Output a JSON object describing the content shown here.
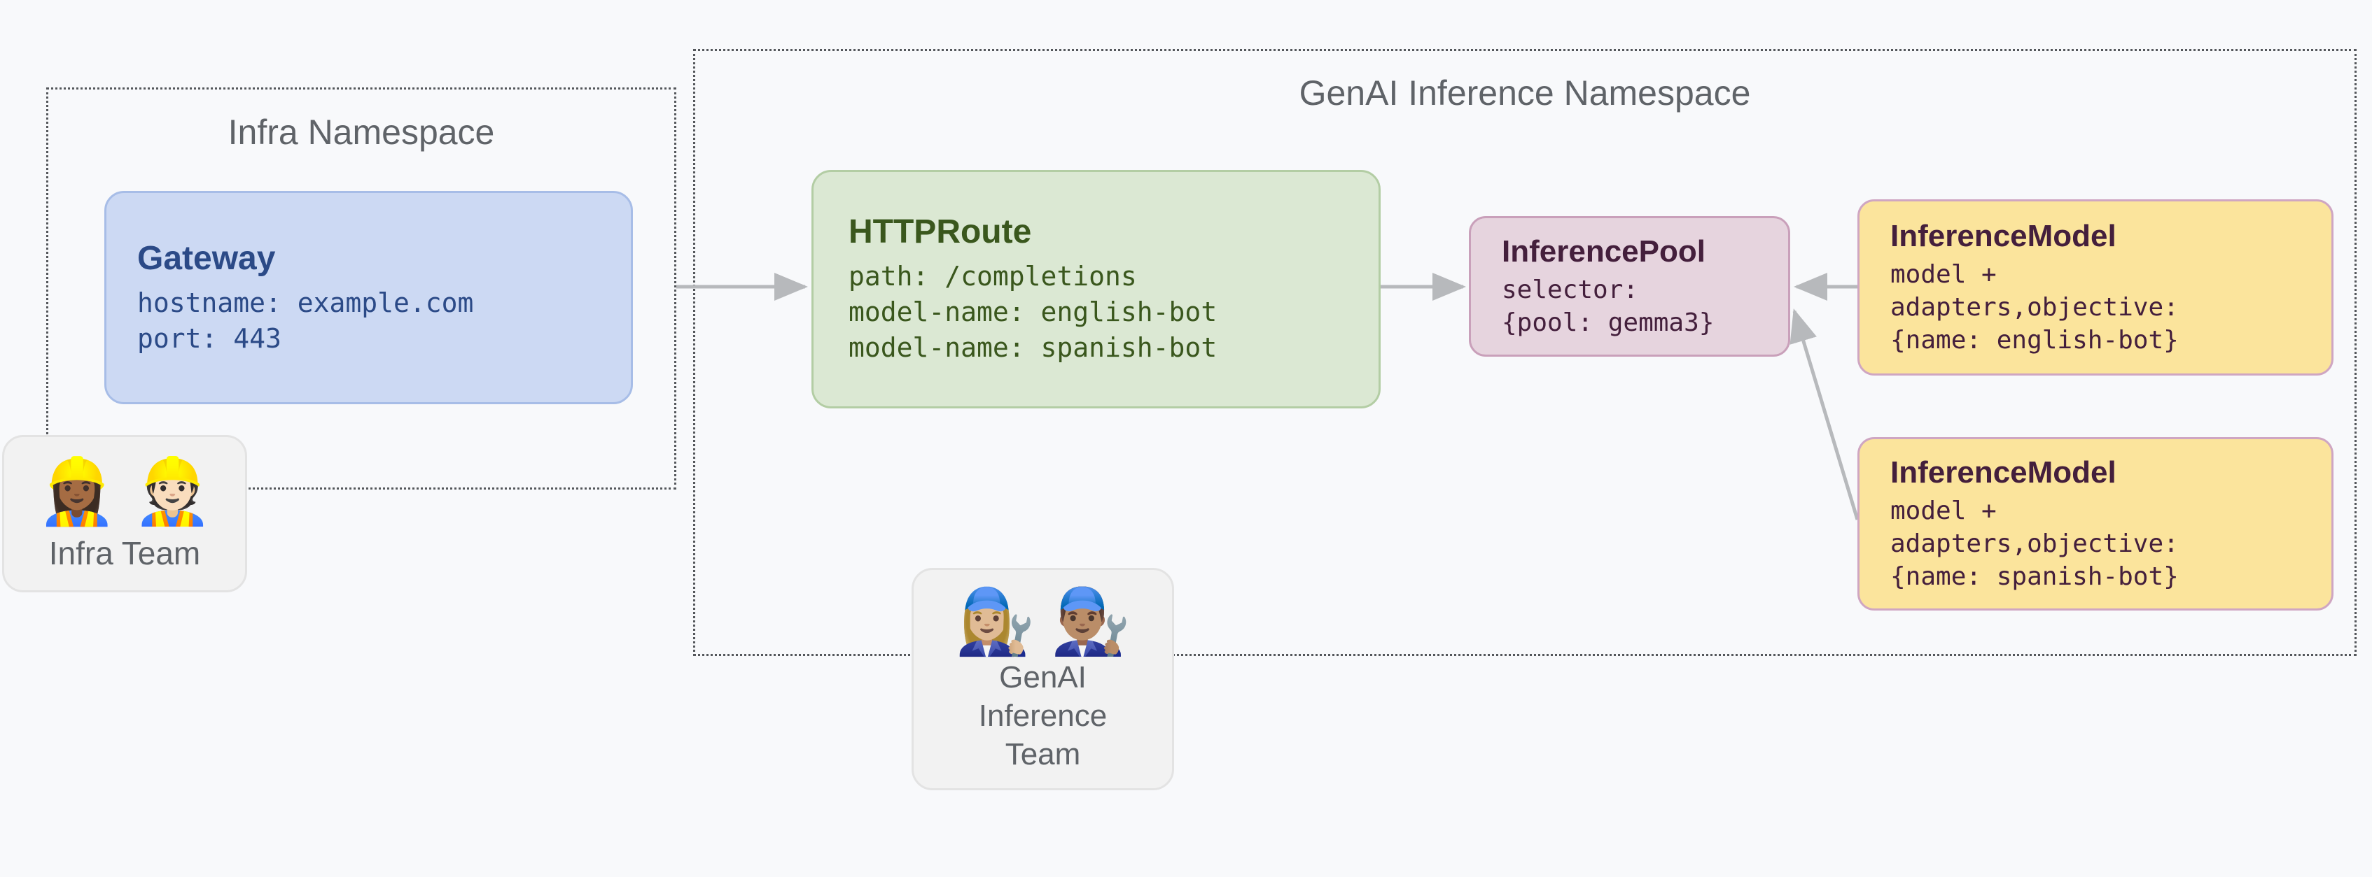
{
  "diagram": {
    "background_color": "#f8f9fb",
    "arrow_color": "#b7b9bc",
    "dotted_border_color": "#54575b"
  },
  "namespaces": {
    "infra": {
      "title": "Infra Namespace"
    },
    "genai": {
      "title": "GenAI Inference Namespace"
    }
  },
  "nodes": {
    "gateway": {
      "title": "Gateway",
      "lines": [
        "hostname: example.com",
        "port: 443"
      ],
      "fill": "#ccd9f3",
      "border": "#a7bde7",
      "text_color": "#2b4a87"
    },
    "httproute": {
      "title": "HTTPRoute",
      "lines": [
        "path: /completions",
        "model-name: english-bot",
        "model-name: spanish-bot"
      ],
      "fill": "#dbe8d3",
      "border": "#b3cda4",
      "text_color": "#3a571d"
    },
    "inference_pool": {
      "title": "InferencePool",
      "lines": [
        "selector:",
        "{pool: gemma3}"
      ],
      "fill": "#e6d4de",
      "border": "#c9a0ba",
      "text_color": "#441f3c"
    },
    "inference_model_english": {
      "title": "InferenceModel",
      "lines": [
        "model +",
        "adapters,objective:",
        "{name: english-bot}"
      ],
      "fill": "#fbe49c",
      "border": "#cfa6c2",
      "text_color": "#441f3c"
    },
    "inference_model_spanish": {
      "title": "InferenceModel",
      "lines": [
        "model +",
        "adapters,objective:",
        "{name: spanish-bot}"
      ],
      "fill": "#fbe49c",
      "border": "#cfa6c2",
      "text_color": "#441f3c"
    }
  },
  "teams": {
    "infra": {
      "emojis": [
        "👷🏾‍♀️",
        "👷🏻"
      ],
      "label_lines": [
        "Infra Team"
      ]
    },
    "genai": {
      "emojis": [
        "👩🏼‍🔧",
        "👨🏽‍🔧"
      ],
      "label_lines": [
        "GenAI",
        "Inference",
        "Team"
      ]
    }
  }
}
